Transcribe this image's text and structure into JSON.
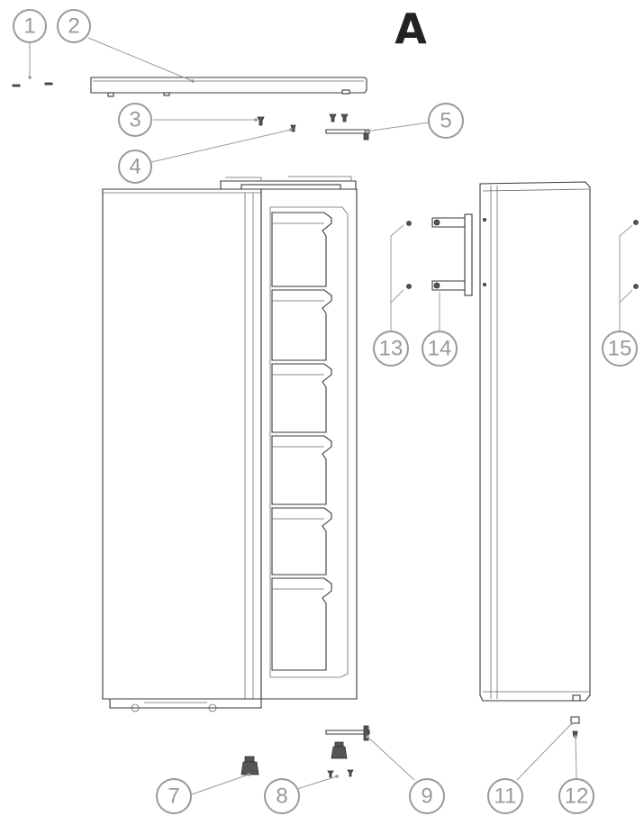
{
  "diagram": {
    "title_letter": "A",
    "callouts": [
      {
        "id": "1",
        "label": "1"
      },
      {
        "id": "2",
        "label": "2"
      },
      {
        "id": "3",
        "label": "3"
      },
      {
        "id": "4",
        "label": "4"
      },
      {
        "id": "5",
        "label": "5"
      },
      {
        "id": "7",
        "label": "7"
      },
      {
        "id": "8",
        "label": "8"
      },
      {
        "id": "9",
        "label": "9"
      },
      {
        "id": "11",
        "label": "11"
      },
      {
        "id": "12",
        "label": "12"
      },
      {
        "id": "13",
        "label": "13"
      },
      {
        "id": "14",
        "label": "14"
      },
      {
        "id": "15",
        "label": "15"
      }
    ]
  }
}
